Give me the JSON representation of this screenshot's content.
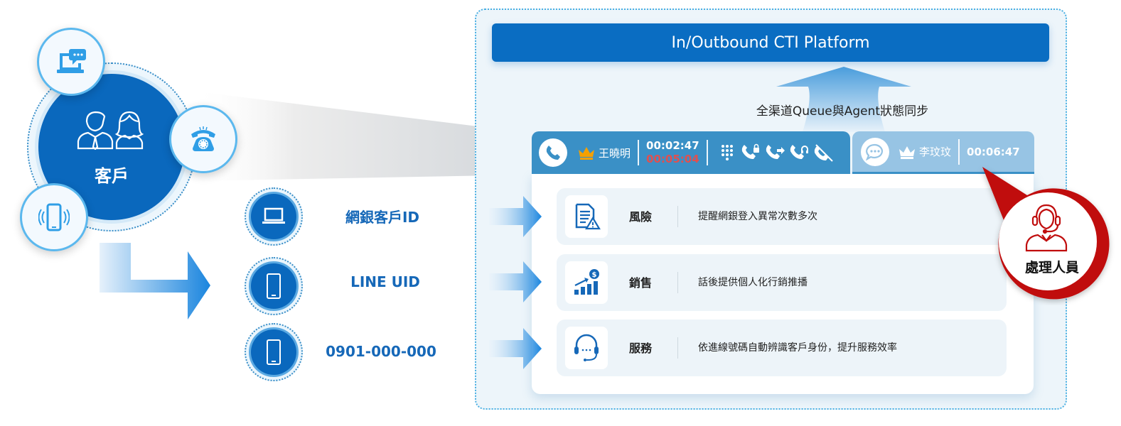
{
  "customer": {
    "label": "客戶",
    "icons": [
      "people-icon",
      "laptop-chat-icon",
      "telephone-icon",
      "vibrating-mobile-icon"
    ]
  },
  "channels": [
    {
      "icon": "laptop-icon",
      "label": "網銀客戶ID"
    },
    {
      "icon": "mobile-icon",
      "label": "LINE UID"
    },
    {
      "icon": "mobile-icon",
      "label": "0901-000-000"
    }
  ],
  "platform": {
    "title": "In/Outbound CTI Platform",
    "sync_label": "全渠道Queue與Agent狀態同步"
  },
  "tabs": [
    {
      "state": "active",
      "channel_icon": "phone-icon",
      "agent": "王曉明",
      "timer": "00:02:47",
      "timer_total": "00:05:04",
      "controls": [
        "dialpad-icon",
        "hold-call-icon",
        "transfer-call-icon",
        "consult-call-icon",
        "hangup-icon"
      ]
    },
    {
      "state": "inactive",
      "channel_icon": "chat-icon",
      "agent": "李玟玟",
      "timer": "00:06:47"
    }
  ],
  "rows": [
    {
      "icon": "document-warning-icon",
      "title": "風險",
      "description": "提醒網銀登入異常次數多次"
    },
    {
      "icon": "sales-growth-icon",
      "title": "銷售",
      "description": "話後提供個人化行銷推播"
    },
    {
      "icon": "headset-icon",
      "title": "服務",
      "description": "依進線號碼自動辨識客戶身份，提升服務效率"
    }
  ],
  "agent_callout": {
    "label": "處理人員",
    "icon": "agent-headset-icon"
  },
  "colors": {
    "primary_blue": "#0a68bd",
    "tab_active": "#3a90c6",
    "tab_inactive": "#97c4e4",
    "alert_red": "#c00d0d",
    "timer_red": "#e05050",
    "crown_gold": "#f5a000"
  }
}
